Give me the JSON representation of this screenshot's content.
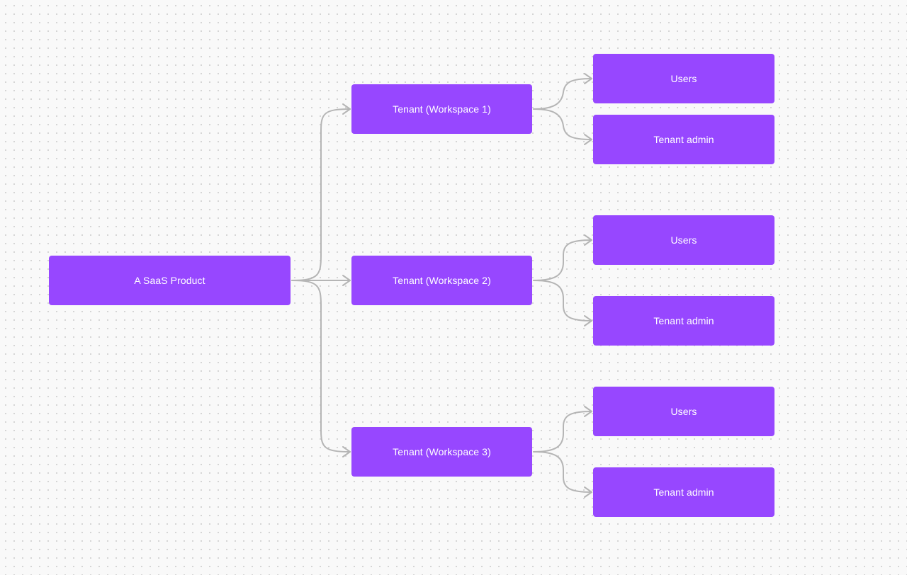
{
  "colors": {
    "node_fill": "#9747ff",
    "node_text": "#ffffff",
    "connector": "#b5b5b5"
  },
  "diagram": {
    "root": {
      "label": "A SaaS Product"
    },
    "tenants": [
      {
        "label": "Tenant (Workspace 1)",
        "children": [
          {
            "label": "Users"
          },
          {
            "label": "Tenant admin"
          }
        ]
      },
      {
        "label": "Tenant (Workspace 2)",
        "children": [
          {
            "label": "Users"
          },
          {
            "label": "Tenant admin"
          }
        ]
      },
      {
        "label": "Tenant (Workspace 3)",
        "children": [
          {
            "label": "Users"
          },
          {
            "label": "Tenant admin"
          }
        ]
      }
    ]
  }
}
